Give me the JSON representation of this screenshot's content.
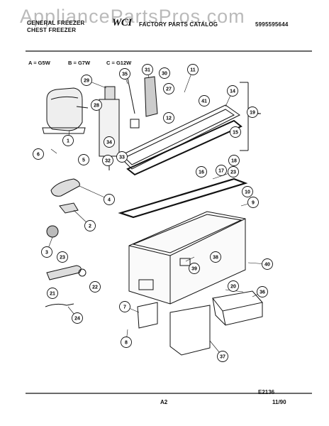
{
  "header": {
    "watermark": "AppliancePartsPros.com",
    "line1_left": "GENERAL FREEZER",
    "line2_left": "CHEST FREEZER",
    "logo": "WCI",
    "catalog": "FACTORY PARTS CATALOG",
    "catalog_number": "5995595644"
  },
  "legend": [
    "A = G5W",
    "B = G7W",
    "C = G12W"
  ],
  "footer": {
    "drawing_id": "E2136",
    "page": "A2",
    "date": "11/90"
  },
  "callouts": [
    "29",
    "35",
    "31",
    "30",
    "11",
    "27",
    "28",
    "41",
    "14",
    "12",
    "19",
    "1",
    "34",
    "15",
    "6",
    "5",
    "33",
    "32",
    "16",
    "17",
    "18",
    "23",
    "4",
    "10",
    "9",
    "2",
    "3",
    "23",
    "38",
    "39",
    "40",
    "22",
    "21",
    "20",
    "36",
    "7",
    "24",
    "8",
    "37"
  ]
}
